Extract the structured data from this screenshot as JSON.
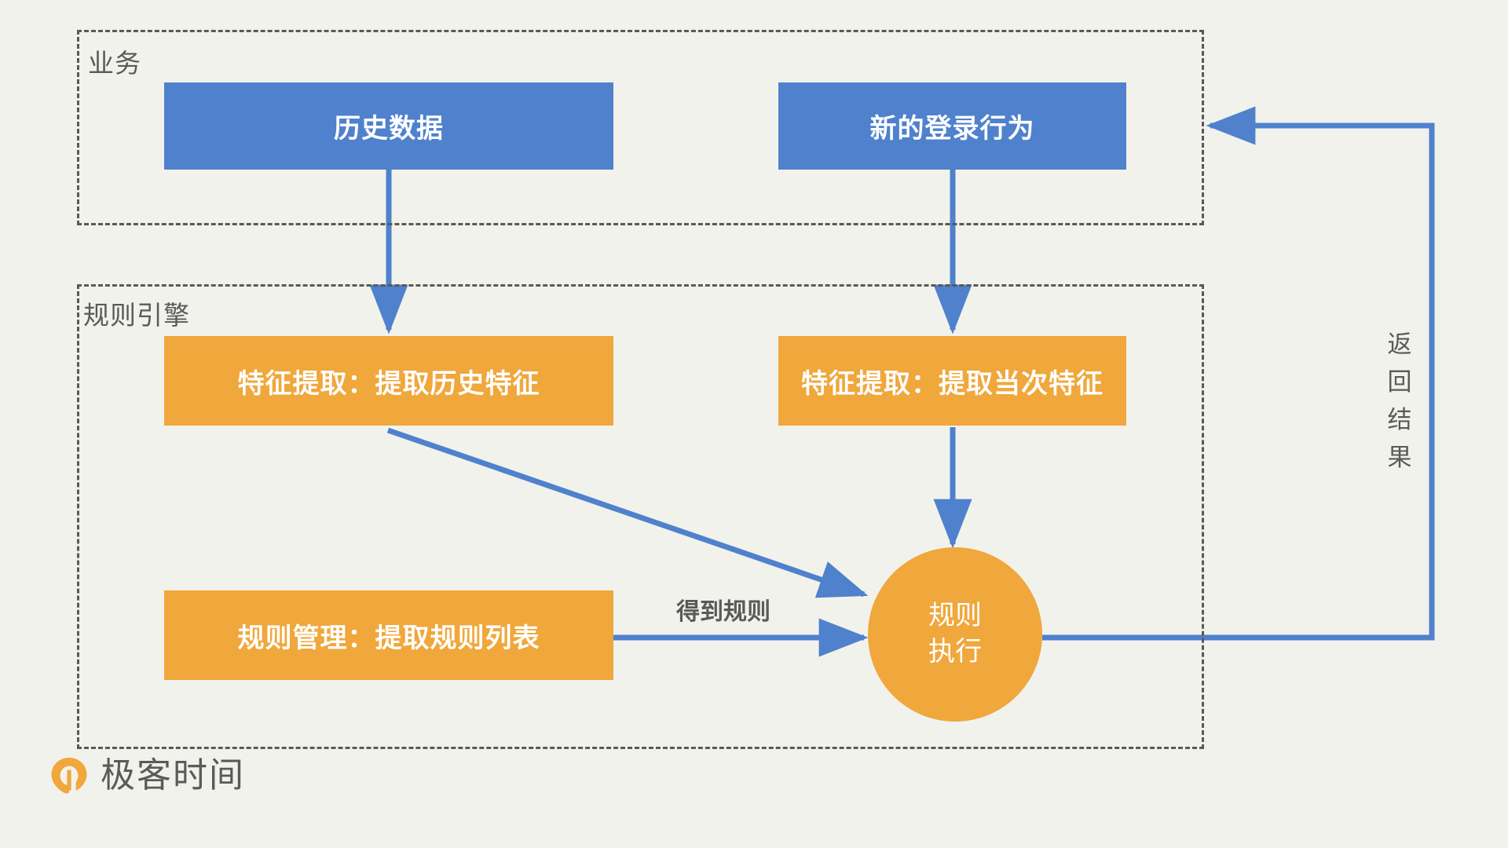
{
  "page": {
    "title": "规则引擎流程图",
    "background_color": "#f2f2ec"
  },
  "colors": {
    "background": "#f2f2ec",
    "blue_node": "#4f81cd",
    "orange_node": "#f0a73b",
    "arrow": "#4f81cd",
    "dashed_border": "#595959",
    "text_dark": "#5a5a5a",
    "text_light": "#ffffff",
    "brand_orange": "#f0a73b"
  },
  "groups": [
    {
      "id": "business",
      "label": "业务"
    },
    {
      "id": "rule-engine",
      "label": "规则引擎"
    }
  ],
  "nodes": {
    "history_data": {
      "label": "历史数据",
      "shape": "rect",
      "color": "#4f81cd"
    },
    "new_login": {
      "label": "新的登录行为",
      "shape": "rect",
      "color": "#4f81cd"
    },
    "hist_feature": {
      "label": "特征提取：提取历史特征",
      "shape": "rect",
      "color": "#f0a73b"
    },
    "curr_feature": {
      "label": "特征提取：提取当次特征",
      "shape": "rect",
      "color": "#f0a73b"
    },
    "rule_list": {
      "label": "规则管理：提取规则列表",
      "shape": "rect",
      "color": "#f0a73b"
    },
    "rule_exec": {
      "label_line1": "规则",
      "label_line2": "执行",
      "shape": "circle",
      "color": "#f0a73b"
    }
  },
  "edges": [
    {
      "from": "history_data",
      "to": "hist_feature",
      "label": ""
    },
    {
      "from": "new_login",
      "to": "curr_feature",
      "label": ""
    },
    {
      "from": "hist_feature",
      "to": "rule_exec",
      "label": ""
    },
    {
      "from": "curr_feature",
      "to": "rule_exec",
      "label": ""
    },
    {
      "from": "rule_list",
      "to": "rule_exec",
      "label": "得到规则"
    },
    {
      "from": "rule_exec",
      "to": "new_login",
      "label": "返回结果"
    }
  ],
  "edge_labels": {
    "get_rules": "得到规则",
    "return_result": "返回结果"
  },
  "brand": {
    "name": "极客时间",
    "mark": "geektime-logo-icon"
  }
}
